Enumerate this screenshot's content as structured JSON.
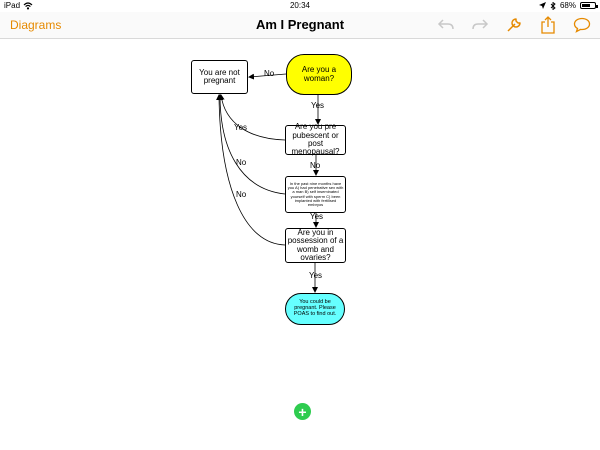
{
  "status": {
    "device": "iPad",
    "time": "20:34",
    "battery": "68%",
    "battery_level": 0.68
  },
  "nav": {
    "back_label": "Diagrams",
    "title": "Am I Pregnant"
  },
  "diagram": {
    "nodes": {
      "woman": "Are you a woman?",
      "not_pregnant": "You are not pregnant",
      "puberty": "Are you pre pubescent or post menopausal?",
      "sex": "In the past nine months have you A) had penetrative sex with a man B) self inseminated yourself with sperm C) been implanted with fertilised embryos",
      "womb": "Are you in possession of a womb and ovaries?",
      "could_be": "You could be pregnant. Please POAS to find out."
    },
    "edges": {
      "no_woman": "No",
      "yes_woman": "Yes",
      "yes_puberty": "Yes",
      "no_puberty": "No",
      "no_sex": "No",
      "yes_sex": "Yes",
      "yes_womb": "Yes"
    },
    "colors": {
      "decision_start": "#ffff00",
      "terminal_end": "#66ffff",
      "add_button": "#2ecc4f",
      "accent": "#e68a00"
    }
  },
  "add_button": "+"
}
